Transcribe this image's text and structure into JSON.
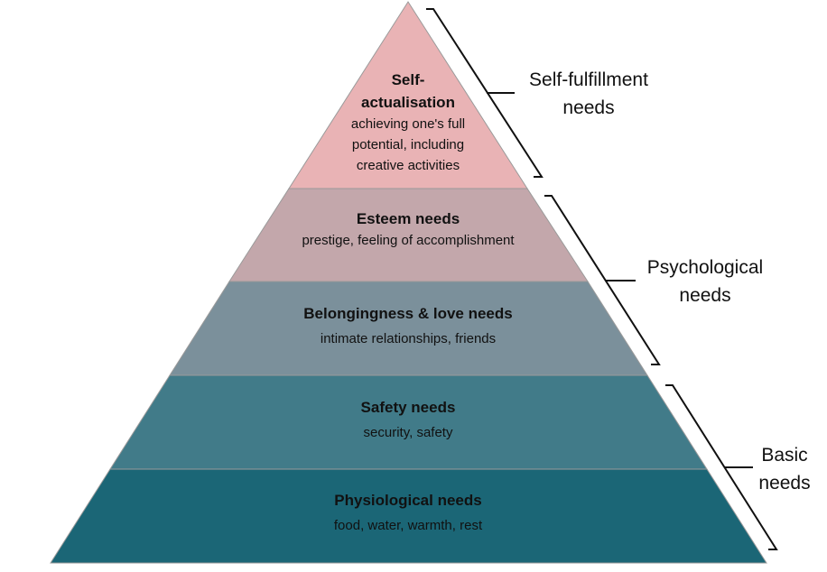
{
  "levels": [
    {
      "title_line1": "Self-",
      "title_line2": "actualisation",
      "desc_line1": "achieving one's full",
      "desc_line2": "potential, including",
      "desc_line3": "creative activities",
      "color": "#e9b3b5"
    },
    {
      "title": "Esteem needs",
      "desc": "prestige, feeling of accomplishment",
      "color": "#c3a7ab"
    },
    {
      "title": "Belongingness & love needs",
      "desc": "intimate relationships, friends",
      "color": "#7b909b"
    },
    {
      "title": "Safety needs",
      "desc": "security, safety",
      "color": "#417b89"
    },
    {
      "title": "Physiological needs",
      "desc": "food, water, warmth, rest",
      "color": "#1b6676"
    }
  ],
  "groups": [
    {
      "line1": "Self-fulfillment",
      "line2": "needs"
    },
    {
      "line1": "Psychological",
      "line2": "needs"
    },
    {
      "line1": "Basic",
      "line2": "needs"
    }
  ],
  "colors": {
    "outline": "#9a9a9a",
    "bracket": "#111111"
  }
}
